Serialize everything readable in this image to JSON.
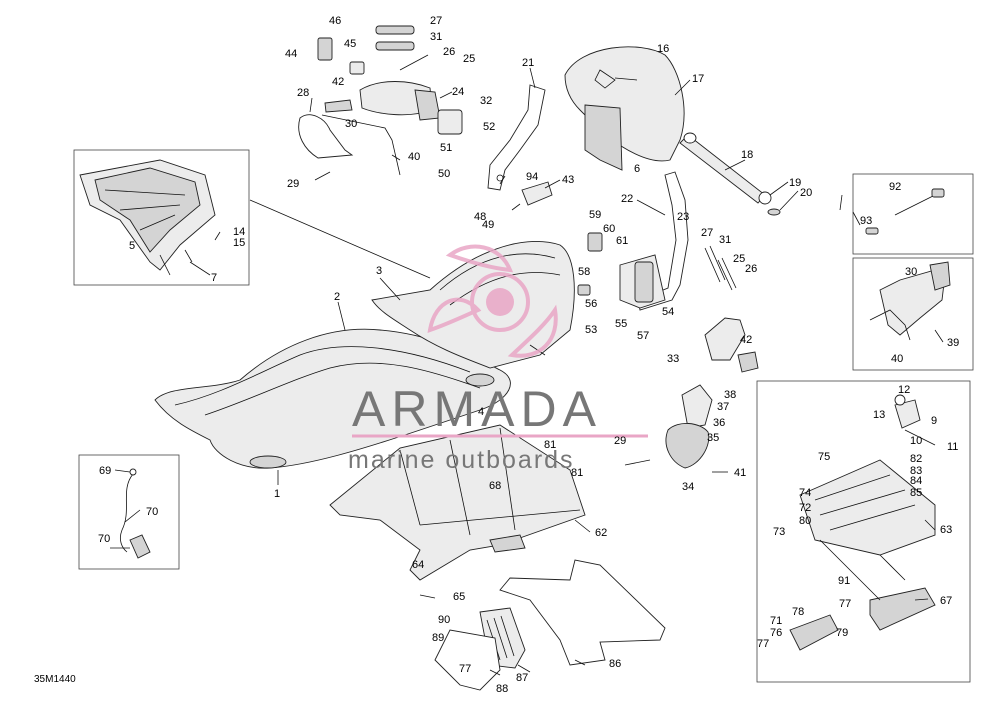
{
  "drawing_code": "35M1440",
  "watermark": {
    "brand": "ARMADA",
    "tagline": "marine outboards",
    "brand_color": "#e9a6c6",
    "text_color": "#777777"
  },
  "callouts": {
    "1": "1",
    "2": "2",
    "3": "3",
    "4": "4",
    "5": "5",
    "6": "6",
    "7": "7",
    "9": "9",
    "10": "10",
    "11": "11",
    "12": "12",
    "13": "13",
    "14": "14",
    "15": "15",
    "16": "16",
    "17": "17",
    "18": "18",
    "19": "19",
    "20": "20",
    "21": "21",
    "22": "22",
    "23": "23",
    "24": "24",
    "25": "25",
    "26": "26",
    "27": "27",
    "28": "28",
    "29": "29",
    "30": "30",
    "31": "31",
    "32": "32",
    "33": "33",
    "34": "34",
    "35": "35",
    "36": "36",
    "37": "37",
    "38": "38",
    "39": "39",
    "40": "40",
    "41": "41",
    "42": "42",
    "43": "43",
    "44": "44",
    "45": "45",
    "46": "46",
    "48": "48",
    "49": "49",
    "50": "50",
    "51": "51",
    "52": "52",
    "53": "53",
    "54": "54",
    "55": "55",
    "56": "56",
    "57": "57",
    "58": "58",
    "59": "59",
    "60": "60",
    "61": "61",
    "62": "62",
    "63": "63",
    "64": "64",
    "65": "65",
    "67": "67",
    "68": "68",
    "69": "69",
    "70": "70",
    "71": "71",
    "72": "72",
    "73": "73",
    "74": "74",
    "75": "75",
    "76": "76",
    "77": "77",
    "78": "78",
    "79": "79",
    "80": "80",
    "81": "81",
    "82": "82",
    "83": "83",
    "84": "84",
    "85": "85",
    "86": "86",
    "87": "87",
    "88": "88",
    "89": "89",
    "90": "90",
    "91": "91",
    "92": "92",
    "93": "93",
    "94": "94"
  }
}
